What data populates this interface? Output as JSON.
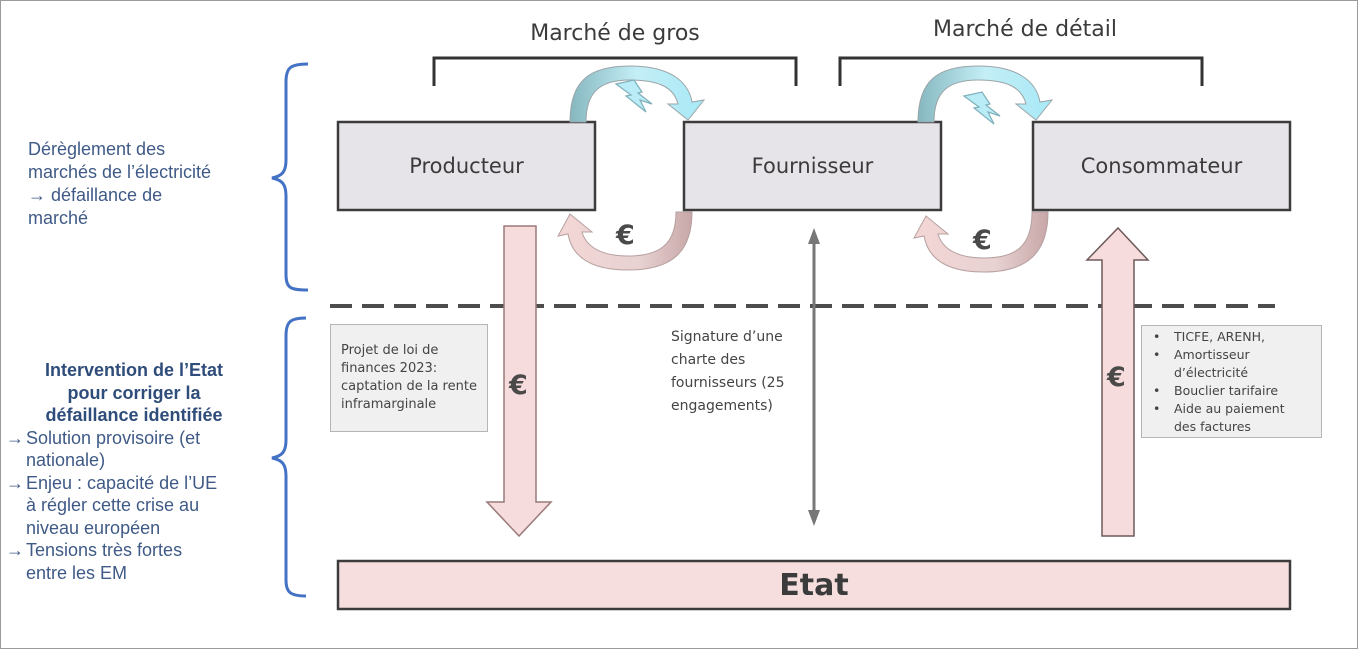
{
  "diagram": {
    "markets": {
      "wholesale": "Marché de gros",
      "retail": "Marché de détail"
    },
    "nodes": {
      "producer": "Producteur",
      "supplier": "Fournisseur",
      "consumer": "Consommateur",
      "state": "Etat"
    },
    "currency_symbol": "€",
    "left_top": {
      "lines": [
        "Dérèglement des",
        "marchés de l’électricité",
        "→ défaillance de",
        "marché"
      ]
    },
    "left_bottom": {
      "heading_lines": [
        "Intervention de l’Etat",
        "pour corriger la",
        "défaillance identifiée"
      ],
      "arrow_glyph": "→",
      "items": [
        {
          "lines": [
            "Solution provisoire (et",
            "nationale)"
          ]
        },
        {
          "lines": [
            "Enjeu : capacité de l’UE",
            "à régler cette crise au",
            "niveau européen"
          ]
        },
        {
          "lines": [
            "Tensions très fortes",
            "entre les EM"
          ]
        }
      ]
    },
    "producer_note": {
      "lines": [
        "Projet de loi de",
        "finances 2023:",
        "captation de la rente",
        "inframarginale"
      ]
    },
    "supplier_note": {
      "lines": [
        "Signature d’une",
        "charte des",
        "fournisseurs (25",
        "engagements)"
      ]
    },
    "consumer_note": {
      "bullets": [
        {
          "lines": [
            "TICFE, ARENH,"
          ]
        },
        {
          "lines": [
            "Amortisseur",
            "d’électricité"
          ]
        },
        {
          "lines": [
            "Bouclier tarifaire"
          ]
        },
        {
          "lines": [
            "Aide au paiement",
            "des factures"
          ]
        }
      ]
    },
    "colors": {
      "box_fill": "#e6e4e8",
      "box_border": "#3c3c3c",
      "state_fill": "#f6dede",
      "money_arrow_fill": "#f4d7d7",
      "energy_arrow_fill": "#bfeef6",
      "bracket": "#4472c4",
      "text_blue": "#3f5a86"
    },
    "icons": [
      "lightning-icon",
      "lightning-icon",
      "curved-arrow-icon"
    ]
  }
}
